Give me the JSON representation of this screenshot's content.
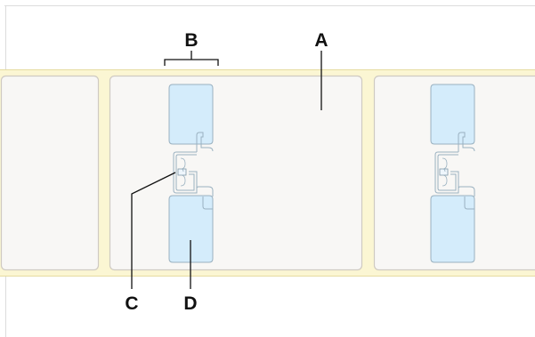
{
  "callouts": {
    "a": "A",
    "b": "B",
    "c": "C",
    "d": "D"
  },
  "colors": {
    "liner": "#fbf6d3",
    "liner_edge": "#e6dca0",
    "label": "#f8f7f5",
    "label_edge": "#cfcac2",
    "antenna_fill": "#d4ecfb",
    "antenna_edge": "#9ab1c0",
    "leader": "#111111"
  }
}
